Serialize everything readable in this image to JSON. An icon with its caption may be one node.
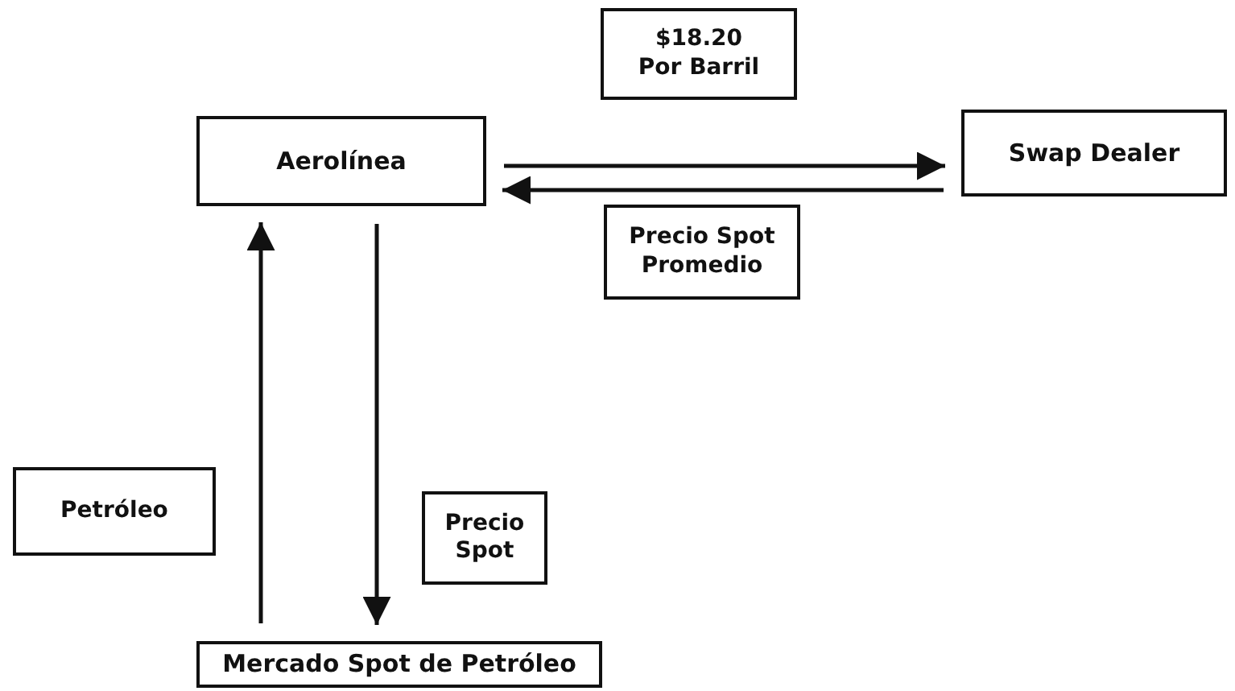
{
  "diagram": {
    "nodes": [
      {
        "text": [
          "Aerolínea"
        ]
      },
      {
        "text": [
          "Swap Dealer"
        ]
      },
      {
        "text": [
          "Mercado Spot de Petróleo"
        ]
      }
    ],
    "edges": [
      {
        "from": 0,
        "to": 1,
        "arrow": "to",
        "label": "$18.20 Por Barril"
      },
      {
        "from": 1,
        "to": 0,
        "arrow": "to",
        "label": "Precio Spot Promedio"
      },
      {
        "from": 2,
        "to": 0,
        "arrow": "to",
        "label": "Petróleo"
      },
      {
        "from": 0,
        "to": 2,
        "arrow": "to",
        "label": "Precio Spot"
      }
    ]
  }
}
